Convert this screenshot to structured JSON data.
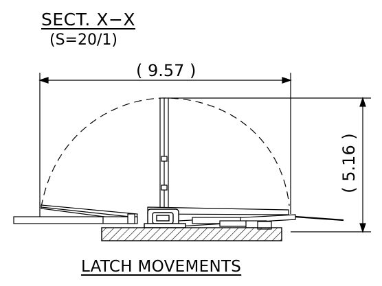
{
  "section": {
    "title": "SECT. X−X",
    "scale": "(S=20/1)"
  },
  "dimensions": {
    "width": "( 9.57 )",
    "height": "( 5.16 )"
  },
  "caption": "LATCH MOVEMENTS"
}
